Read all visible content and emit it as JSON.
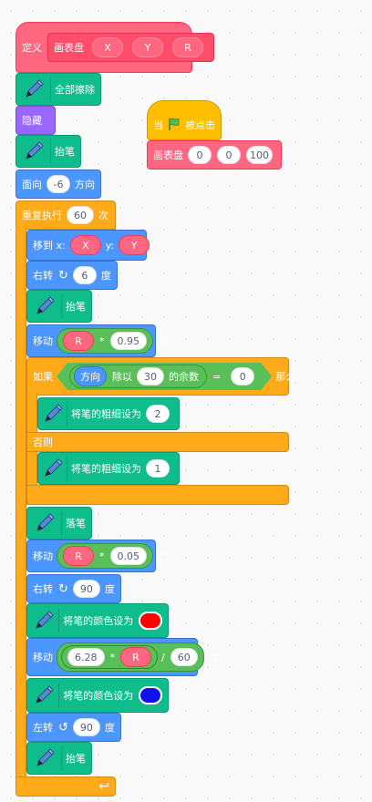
{
  "define": {
    "label": "定义",
    "name": "画表盘",
    "params": [
      "X",
      "Y",
      "R"
    ]
  },
  "script1": {
    "clear": "全部擦除",
    "hide": "隐藏",
    "penup1": "抬笔",
    "point": {
      "pre": "面向",
      "val": "-6",
      "post": "方向"
    },
    "repeat": {
      "pre": "重复执行",
      "val": "60",
      "post": "次"
    },
    "goto": {
      "pre": "移到 x:",
      "x": "X",
      "ymid": "y:",
      "y": "Y"
    },
    "turn1": {
      "pre": "右转",
      "val": "6",
      "post": "度"
    },
    "penup2": "抬笔",
    "move1": {
      "pre": "移动",
      "r": "R",
      "op": "*",
      "val": "0.95",
      "post": "步"
    },
    "if": {
      "pre": "如果",
      "direction": "方向",
      "mod": "除以",
      "modval": "30",
      "modpost": "的余数",
      "eq": "=",
      "eqval": "0",
      "post": "那么"
    },
    "size1": {
      "label": "将笔的粗细设为",
      "val": "2"
    },
    "else": "否则",
    "size2": {
      "label": "将笔的粗细设为",
      "val": "1"
    },
    "pendown": "落笔",
    "move2": {
      "pre": "移动",
      "r": "R",
      "op": "*",
      "val": "0.05",
      "post": "步"
    },
    "turn2": {
      "pre": "右转",
      "val": "90",
      "post": "度"
    },
    "color1": {
      "label": "将笔的颜色设为",
      "color": "#ff0000"
    },
    "move3": {
      "pre": "移动",
      "a": "6.28",
      "op1": "*",
      "r": "R",
      "op2": "/",
      "b": "60",
      "post": "步"
    },
    "color2": {
      "label": "将笔的颜色设为",
      "color": "#1111ee"
    },
    "turn3": {
      "pre": "左转",
      "val": "90",
      "post": "度"
    },
    "penup3": "抬笔"
  },
  "script2": {
    "hat": {
      "pre": "当",
      "post": "被点击"
    },
    "call": {
      "name": "画表盘",
      "args": [
        "0",
        "0",
        "100"
      ]
    }
  },
  "colors": {
    "pen": "#0fbd8c",
    "motion": "#4c97ff",
    "looks": "#9966ff",
    "control": "#ffab19",
    "events": "#ffbf00",
    "custom": "#ff6680",
    "operators": "#59c059"
  }
}
